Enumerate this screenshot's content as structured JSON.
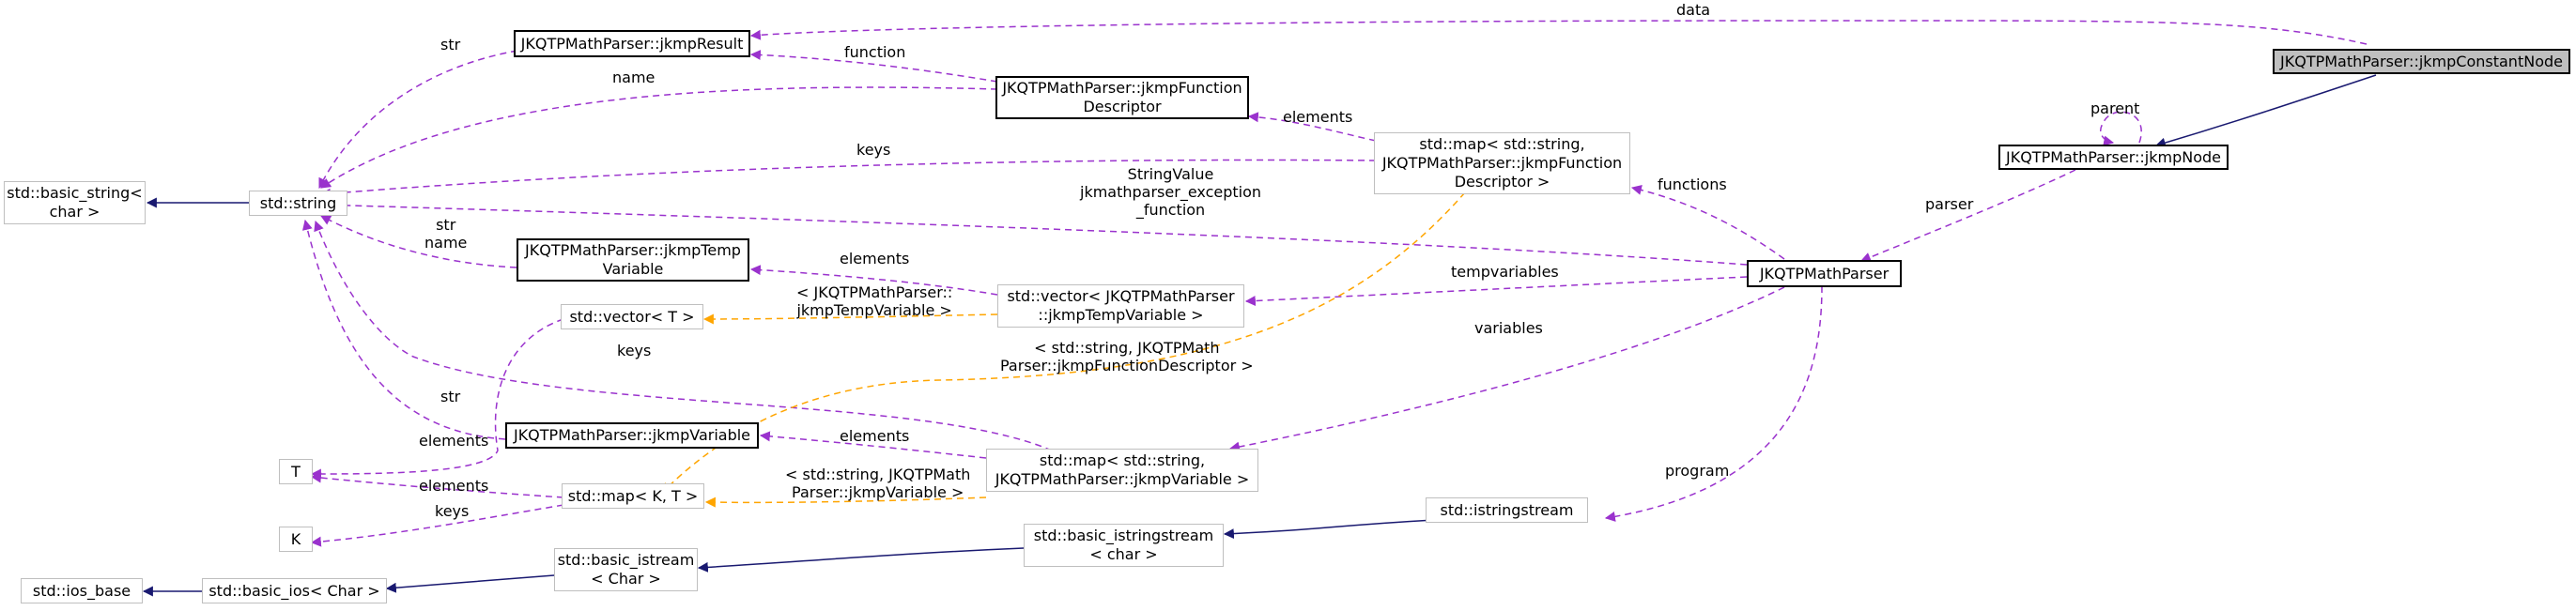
{
  "nodes": {
    "constant_node": "JKQTPMathParser::jkmpConstantNode",
    "jkmp_node": "JKQTPMathParser::jkmpNode",
    "jkmp_result": "JKQTPMathParser::jkmpResult",
    "function_descriptor": [
      "JKQTPMathParser::jkmpFunction",
      "Descriptor"
    ],
    "map_function": [
      "std::map< std::string,",
      "JKQTPMathParser::jkmpFunction",
      "Descriptor >"
    ],
    "basic_string": [
      "std::basic_string<",
      "char >"
    ],
    "std_string": "std::string",
    "temp_variable": [
      "JKQTPMathParser::jkmpTemp",
      "Variable"
    ],
    "math_parser": "JKQTPMathParser",
    "vector_temp": [
      "std::vector< JKQTPMathParser",
      "::jkmpTempVariable >"
    ],
    "vector_t": "std::vector< T >",
    "jkmp_variable": "JKQTPMathParser::jkmpVariable",
    "map_variable": [
      "std::map< std::string,",
      "JKQTPMathParser::jkmpVariable >"
    ],
    "t_param": "T",
    "map_kt": "std::map< K, T >",
    "k_param": "K",
    "istringstream": "std::istringstream",
    "basic_istringstream": [
      "std::basic_istringstream",
      "< char >"
    ],
    "basic_istream": [
      "std::basic_istream",
      "< Char >"
    ],
    "basic_ios": "std::basic_ios< Char >",
    "ios_base": "std::ios_base"
  },
  "edge_labels": {
    "data": "data",
    "parent": "parent",
    "parser": "parser",
    "str_result": "str",
    "function": "function",
    "name_fd": "name",
    "elements_fd": "elements",
    "keys_map_fd": "keys",
    "functions": "functions",
    "string_value": [
      "StringValue",
      "jkmathparser_exception",
      "_function"
    ],
    "str_name": [
      "str",
      "name"
    ],
    "elements_temp": "elements",
    "tempvariables": "tempvariables",
    "vector_tmpl": [
      "< JKQTPMathParser::",
      "jkmpTempVariable >"
    ],
    "map_fd_tmpl": [
      "< std::string, JKQTPMath",
      "Parser::jkmpFunctionDescriptor >"
    ],
    "variables": "variables",
    "keys_map_var": "keys",
    "str_var": "str",
    "elements_var": "elements",
    "elements_vec_t": "elements",
    "elements_map_t": "elements",
    "keys_map_k": "keys",
    "map_var_tmpl": [
      "< std::string, JKQTPMath",
      "Parser::jkmpVariable >"
    ],
    "program": "program"
  },
  "colors": {
    "inheritance": "#191970",
    "usage": "#9a32cd",
    "template": "#ffa500",
    "focus_fill": "#bfbfbf",
    "gray_border": "#bfbfbf"
  }
}
